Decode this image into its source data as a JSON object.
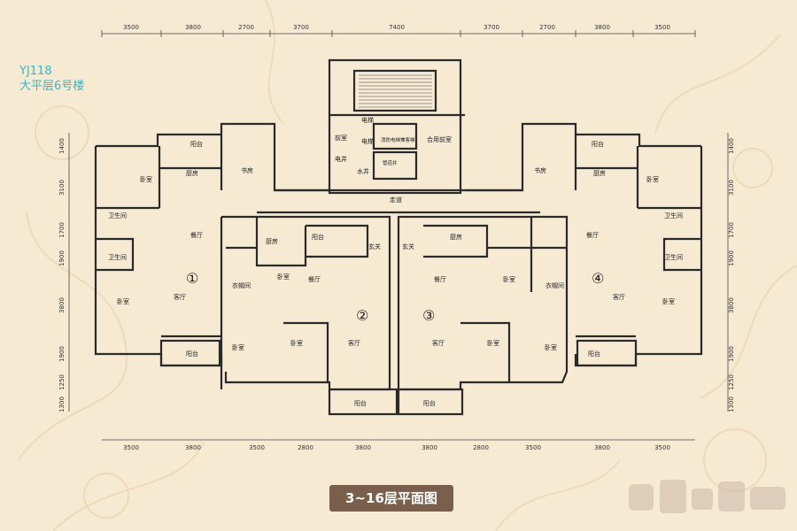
{
  "project_code": "YJ118",
  "building_label": "大平层6号楼",
  "caption": "3~16层平面图",
  "colors": {
    "background": "#f7ead3",
    "wall": "#2a2a2a",
    "caption_bg": "#7a5f4c",
    "label_cyan": "#36b7c4",
    "ornament": "#ecd9b8"
  },
  "dimensions": {
    "top": [
      "3500",
      "3800",
      "2700",
      "3700",
      "7400",
      "3700",
      "2700",
      "3800",
      "3500"
    ],
    "bottom": [
      "3500",
      "3800",
      "3500",
      "2800",
      "3800",
      "3800",
      "2800",
      "3500",
      "3800",
      "3500"
    ],
    "left": [
      "1400",
      "3100",
      "1700",
      "1900",
      "3800",
      "1900",
      "1250",
      "1300"
    ],
    "right": [
      "1400",
      "3100",
      "1700",
      "1900",
      "3800",
      "1900",
      "1250",
      "1300"
    ]
  },
  "units": [
    "①",
    "②",
    "③",
    "④"
  ],
  "rooms": {
    "balcony": "阳台",
    "bedroom": "卧室",
    "kitchen": "厨房",
    "study": "书房",
    "dining": "餐厅",
    "living": "客厅",
    "bath": "卫生间",
    "cloak": "衣帽间",
    "foyer": "玄关",
    "corridor": "走道",
    "elevator": "电梯",
    "firelift": "消防电梯兼客梯",
    "stair": "前室",
    "shared": "合用前室",
    "pipe": "管道井",
    "water": "水井",
    "electric": "电井"
  }
}
